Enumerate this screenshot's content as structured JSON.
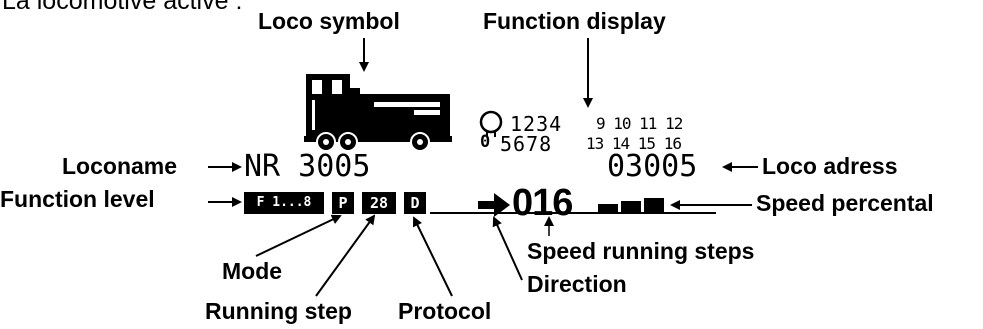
{
  "caption": "La locomotive active :",
  "labels": {
    "loco_symbol": "Loco symbol",
    "function_display": "Function display",
    "loconame": "Loconame",
    "function_level": "Function level",
    "loco_adress": "Loco adress",
    "speed_percental": "Speed percental",
    "mode": "Mode",
    "running_step": "Running step",
    "protocol": "Protocol",
    "speed_running_steps": "Speed running steps",
    "direction": "Direction"
  },
  "display": {
    "loco_name": "NR 3005",
    "loco_address": "03005",
    "speed": "016",
    "function_level": "F 1...8",
    "mode": "P",
    "running_step": "28",
    "protocol": "D",
    "functions_row1_a": "1234",
    "functions_row1_b": "9 10 11 12",
    "functions_row2_a": "5678",
    "functions_row2_b": "13 14 15 16",
    "function_zero": "0"
  }
}
